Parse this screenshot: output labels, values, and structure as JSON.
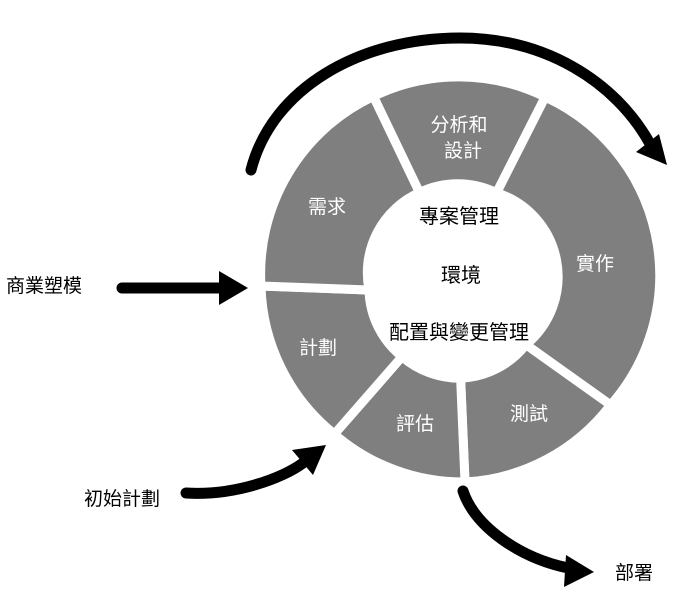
{
  "segments": [
    {
      "id": "analysis_design",
      "lines": [
        "分析和",
        "設計"
      ]
    },
    {
      "id": "implementation",
      "lines": [
        "實作"
      ]
    },
    {
      "id": "test",
      "lines": [
        "測試"
      ]
    },
    {
      "id": "assessment",
      "lines": [
        "評估"
      ]
    },
    {
      "id": "planning",
      "lines": [
        "計劃"
      ]
    },
    {
      "id": "requirements",
      "lines": [
        "需求"
      ]
    }
  ],
  "center": {
    "line1": "專案管理",
    "line2": "環境",
    "line3": "配置與變更管理"
  },
  "external": {
    "business_modeling": "商業塑模",
    "initial_planning": "初始計劃",
    "deployment": "部署"
  },
  "colors": {
    "segment": "#7f7f7f",
    "arrow": "#000000"
  }
}
